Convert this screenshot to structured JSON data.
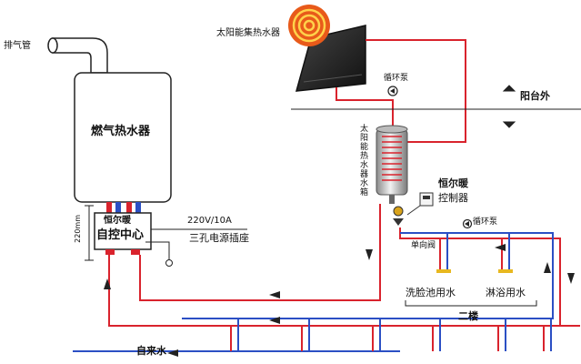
{
  "labels": {
    "exhaust_pipe": "排气管",
    "gas_heater": "燃气热水器",
    "solar_collector": "太阳能集热水器",
    "pump_top": "循环泵",
    "balcony_outside": "阳台外",
    "solar_tank": "太阳能热水器水箱",
    "brand_controller_1": "恒尔暖",
    "brand_controller_2": "控制器",
    "pump_bottom": "循环泵",
    "check_valve": "单向阀",
    "control_box_1": "恒尔暖",
    "control_box_2": "自控中心",
    "power_spec": "220V/10A",
    "power_socket": "三孔电源插座",
    "dim_height": "220mm",
    "wash_basin": "洗脸池用水",
    "shower": "淋浴用水",
    "second_floor": "二楼",
    "tap_water": "自来水"
  },
  "colors": {
    "hot_pipe": "#d9232d",
    "cold_pipe": "#2b4fc4",
    "collector": "#222222",
    "sun": "#e85a1a"
  }
}
